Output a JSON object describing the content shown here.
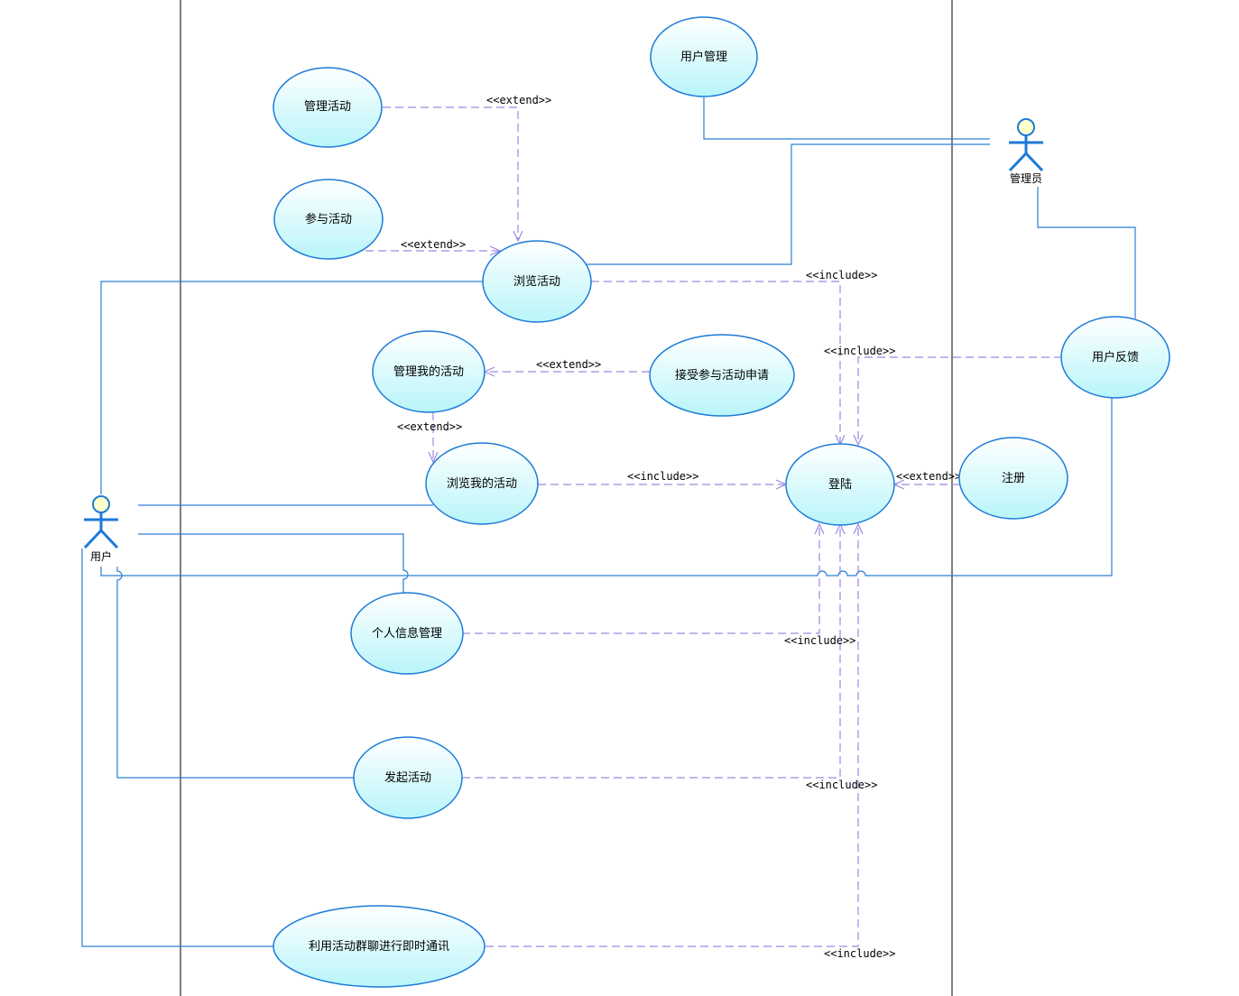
{
  "colors": {
    "ellipse_fill_top": "#ffffff",
    "ellipse_fill_bottom": "#b8f5fa",
    "ellipse_stroke": "#1c7ad8",
    "association": "#2b7fd6",
    "dependency": "#9a8ae0",
    "boundary": "#000000",
    "actor_head": "#ffffcc"
  },
  "actors": {
    "user": "用户",
    "admin": "管理员"
  },
  "use_cases": {
    "user_management": "用户管理",
    "manage_activity": "管理活动",
    "join_activity": "参与活动",
    "browse_activity": "浏览活动",
    "manage_my_activity": "管理我的活动",
    "accept_join_request": "接受参与活动申请",
    "browse_my_activity": "浏览我的活动",
    "login": "登陆",
    "register": "注册",
    "user_feedback": "用户反馈",
    "personal_info": "个人信息管理",
    "start_activity": "发起活动",
    "group_chat": "利用活动群聊进行即时通讯"
  },
  "stereotypes": {
    "extend_manage_activity": "<<extend>>",
    "extend_join_activity": "<<extend>>",
    "include_browse_activity": "<<include>>",
    "include_user_feedback": "<<include>>",
    "extend_accept_request": "<<extend>>",
    "extend_manage_my": "<<extend>>",
    "include_browse_my": "<<include>>",
    "extend_register": "<<extend>>",
    "include_personal_info": "<<include>>",
    "include_start_activity": "<<include>>",
    "include_group_chat": "<<include>>"
  }
}
